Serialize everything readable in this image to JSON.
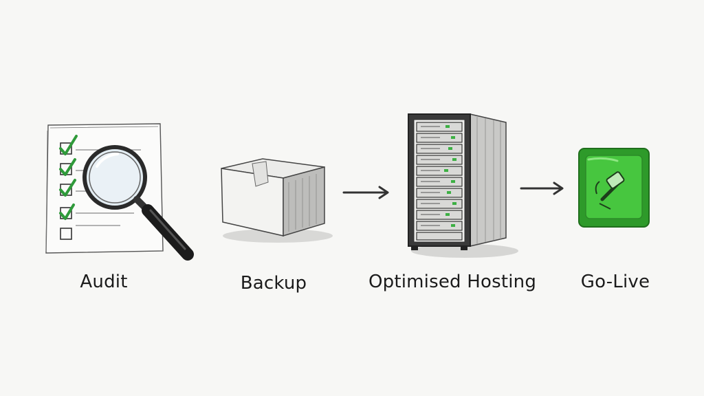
{
  "steps": [
    {
      "label": "Audit",
      "icon": "checklist-magnifier-icon"
    },
    {
      "label": "Backup",
      "icon": "box-icon"
    },
    {
      "label": "Optimised Hosting",
      "icon": "server-rack-icon"
    },
    {
      "label": "Go-Live",
      "icon": "power-switch-icon"
    }
  ],
  "colors": {
    "check_green": "#2f9a3a",
    "switch_green": "#3fc43a",
    "sketch_ink": "#3a3a3a"
  }
}
